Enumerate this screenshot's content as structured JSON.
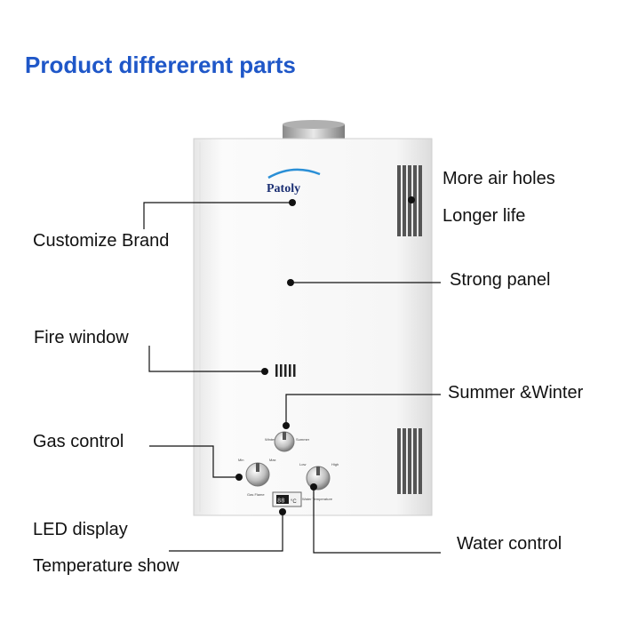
{
  "title": "Product differerent parts",
  "brand": "Patoly",
  "callouts": {
    "customize_brand": "Customize Brand",
    "fire_window": "Fire window",
    "gas_control": "Gas control",
    "led_display": "LED display",
    "temperature_show": "Temperature show",
    "more_air_holes": "More air holes",
    "longer_life": "Longer life",
    "strong_panel": "Strong panel",
    "summer_winter": "Summer &Winter",
    "water_control": "Water control"
  },
  "knobs": {
    "season_left": "Winter",
    "season_right": "Summer",
    "gas_min": "Min",
    "gas_max": "Max",
    "gas_label": "Gas Flame",
    "water_low": "Low",
    "water_high": "High",
    "water_label": "Water Temperature"
  },
  "display": {
    "value": "88",
    "unit": "°C"
  },
  "colors": {
    "title": "#1f57c8",
    "panel": "#f4f4f4",
    "line": "#111111"
  }
}
